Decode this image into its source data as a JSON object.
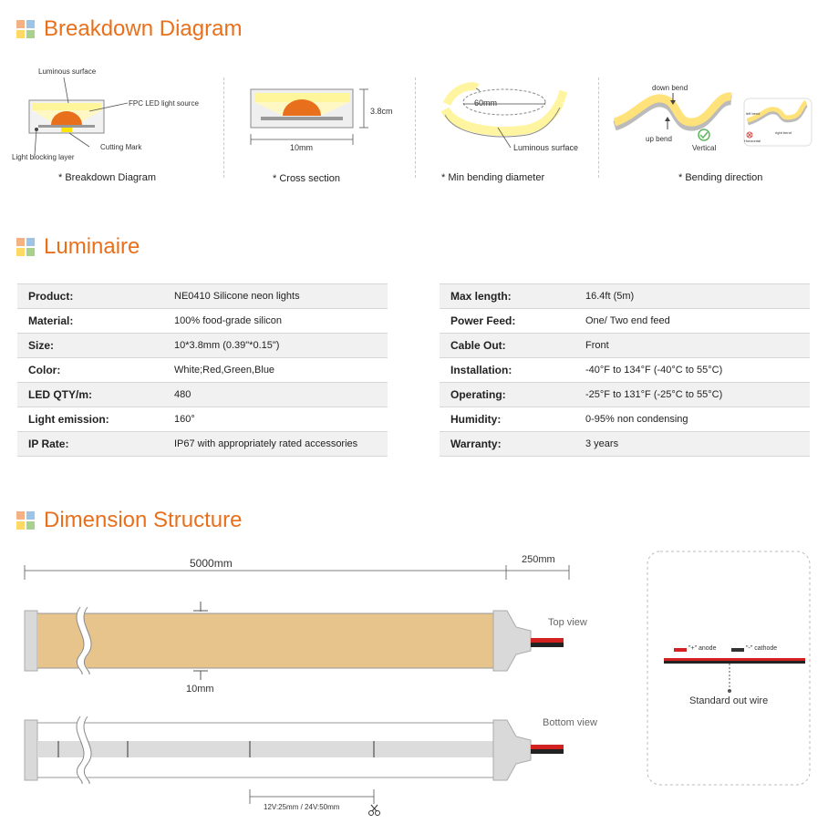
{
  "colors": {
    "accent": "#e8701c",
    "strip": "#e7c48c",
    "logo": [
      "#f4b183",
      "#9dc3e6",
      "#ffd966",
      "#a9d18e"
    ]
  },
  "sections": {
    "breakdown": "Breakdown Diagram",
    "luminaire": "Luminaire",
    "dimension": "Dimension Structure"
  },
  "breakdown": {
    "panel1": {
      "luminous_surface": "Luminous surface",
      "fpc": "FPC LED light source",
      "cutting_mark": "Cutting Mark",
      "blocking": "Light blocking layer",
      "caption": "* Breakdown Diagram"
    },
    "panel2": {
      "height": "3.8cm",
      "width": "10mm",
      "caption": "* Cross section"
    },
    "panel3": {
      "diameter": "60mm",
      "luminous_surface": "Luminous surface",
      "caption": "* Min bending diameter"
    },
    "panel4": {
      "down_bend": "down bend",
      "up_bend": "up bend",
      "vertical": "Vertical",
      "left_bend": "left bend",
      "right_bend": "right bend",
      "horizontal": "Horizontal",
      "caption": "* Bending direction"
    }
  },
  "luminaire": {
    "left": [
      {
        "k": "Product:",
        "v": "NE0410 Silicone neon lights"
      },
      {
        "k": "Material:",
        "v": "100% food-grade silicon"
      },
      {
        "k": "Size:",
        "v": "10*3.8mm (0.39\"*0.15\")"
      },
      {
        "k": "Color:",
        "v": "White;Red,Green,Blue"
      },
      {
        "k": "LED QTY/m:",
        "v": "480"
      },
      {
        "k": "Light emission:",
        "v": "160°"
      },
      {
        "k": "IP Rate:",
        "v": "IP67 with appropriately rated accessories"
      }
    ],
    "right": [
      {
        "k": "Max length:",
        "v": "16.4ft (5m)"
      },
      {
        "k": "Power Feed:",
        "v": "One/ Two end feed"
      },
      {
        "k": "Cable Out:",
        "v": "Front"
      },
      {
        "k": "Installation:",
        "v": "-40°F to 134°F (-40°C to 55°C)"
      },
      {
        "k": "Operating:",
        "v": "-25°F to 131°F (-25°C to 55°C)"
      },
      {
        "k": "Humidity:",
        "v": "0-95% non condensing"
      },
      {
        "k": "Warranty:",
        "v": "3 years"
      }
    ]
  },
  "dimension": {
    "length": "5000mm",
    "cable": "250mm",
    "width": "10mm",
    "top_view": "Top view",
    "bottom_view": "Bottom view",
    "cut": "12V:25mm / 24V:50mm",
    "anode": "\"+\" anode",
    "cathode": "\"-\" cathode",
    "out_wire": "Standard out wire"
  }
}
